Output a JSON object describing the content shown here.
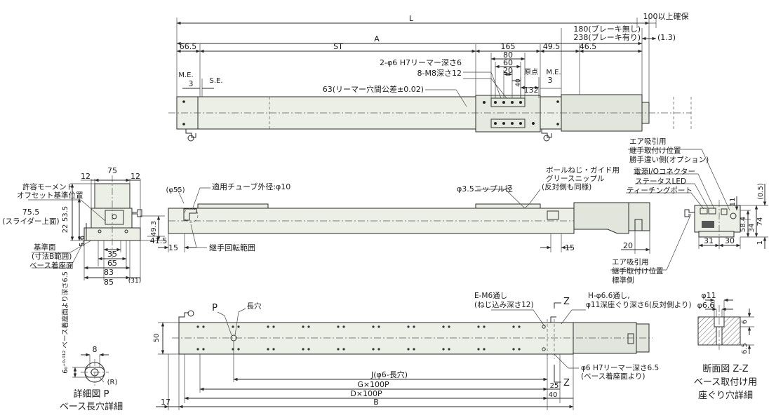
{
  "top_view": {
    "L": "L",
    "A": "A",
    "ST": "ST",
    "d66_5": "66.5",
    "d165": "165",
    "d80": "80",
    "d60": "60",
    "d20": "20",
    "d40": "40",
    "d132": "132",
    "d49_5": "49.5",
    "d46_5": "46.5",
    "d3_left": "3",
    "d3_right": "3",
    "me_left": "M.E.",
    "se": "S.E.",
    "me_right": "M.E.",
    "origin": "原点",
    "brake_none": "180(ブレーキ無し)",
    "brake_with": "238(ブレーキ有り)",
    "d1_3": "(1.3)",
    "margin100": "100以上確保",
    "reamer_holes": "2-φ6 H7リーマー深さ6",
    "m8": "8-M8深さ12",
    "reamer_pitch": "63(リーマー穴間公差±0.02)"
  },
  "left_end_view": {
    "d12a": "12",
    "d75": "75",
    "d12b": "12",
    "moment_label1": "許容モーメント",
    "moment_label2": "オフセット基準位置",
    "slider_top1": "75.5",
    "slider_top2": "(スライダー上面)",
    "d53_5": "53.5",
    "d22": "22",
    "d5_6": "5.6",
    "d49_3": "49.3",
    "d41_5": "41.5",
    "d35": "35",
    "d65": "65",
    "d83": "83",
    "d85": "85",
    "d31": "(31)",
    "ref1": "基準面",
    "ref2": "(寸法B範囲)",
    "ref3": "ベース着座面"
  },
  "side_view": {
    "d55": "(φ55)",
    "tube": "適用チューブ外径:φ10",
    "ball_screw1": "ボールねじ・ガイド用",
    "ball_screw2": "グリースニップル",
    "ball_screw3": "(反対側も同様)",
    "nipple": "φ3.5ニップル径",
    "d15a": "15",
    "d15b": "15",
    "d20": "20",
    "joint_range": "継手回転範囲"
  },
  "right_end_view": {
    "air_opt1": "エア吸引用",
    "air_opt2": "継手取付け位置",
    "air_opt3": "勝手違い側(オプション)",
    "power_io": "電源I/Oコネクター",
    "status_led": "ステータスLED",
    "teaching": "ティーチングポート",
    "d0_5": "(0.5)",
    "d11": "11",
    "d58_4": "58.4",
    "d34": "34",
    "d74": "74",
    "d1": "1",
    "d31": "31",
    "d30": "30",
    "air_std1": "エア吸引用",
    "air_std2": "継手取付け位置",
    "air_std3": "標準側"
  },
  "bottom_view": {
    "P": "P",
    "slot": "長穴",
    "e_m6_1": "E-M6通し",
    "e_m6_2": "(ねじ込み深さ12)",
    "z_top": "Z",
    "h_hole1": "H-φ6.6通し,",
    "h_hole2": "φ11深座ぐり深さ6(反対側より)",
    "d50": "50",
    "reamer1": "φ6 H7リーマー深さ6.5",
    "reamer2": "(ベース着座面より)",
    "J": "J(φ6-長穴)",
    "G": "G×100P",
    "D": "D×100P",
    "B": "B",
    "d25": "25",
    "d40": "40",
    "d17": "17",
    "z_bottom": "Z"
  },
  "detail_p": {
    "depth_label": "6₀⁺⁰·⁰¹² ベース着座面より深さ6.5",
    "d8": "8",
    "R": "(R)",
    "title1": "詳細図 P",
    "title2": "ベース長穴詳細"
  },
  "section_z": {
    "phi11": "φ11",
    "phi6_6": "φ6.6",
    "d6": "6",
    "d6_5": "6.5",
    "title1": "断面図 Z-Z",
    "title2": "ベース取付け用",
    "title3": "座ぐり穴詳細"
  }
}
